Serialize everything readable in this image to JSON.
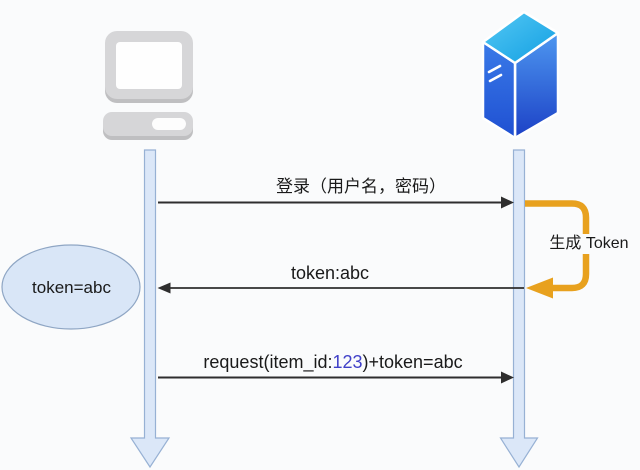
{
  "diagram": {
    "type": "sequence-diagram",
    "background": "#fafbfc",
    "colors": {
      "message_line": "#2e2e2e",
      "loop_accent": "#e8a11e",
      "lifeline_fill": "#dbe7f8",
      "lifeline_stroke": "#97b1d4",
      "note_fill": "#d9e6f7",
      "note_stroke": "#8fa6c4",
      "highlight_text": "#4040c8",
      "server_top": "#3fc0f0",
      "server_front": "#1c41c6",
      "client_gray": "#d6d6d8"
    },
    "actors": [
      {
        "id": "client",
        "icon": "computer-icon"
      },
      {
        "id": "server",
        "icon": "server-icon"
      }
    ],
    "messages": [
      {
        "label": "登录（用户名，密码）",
        "direction": "right"
      },
      {
        "label": "token:abc",
        "direction": "left"
      },
      {
        "prefix": "request(item_id:",
        "highlight": "123",
        "suffix": ")+token=abc",
        "direction": "right"
      }
    ],
    "self_loop": {
      "label": "生成 Token"
    },
    "note": {
      "label": "token=abc"
    }
  }
}
